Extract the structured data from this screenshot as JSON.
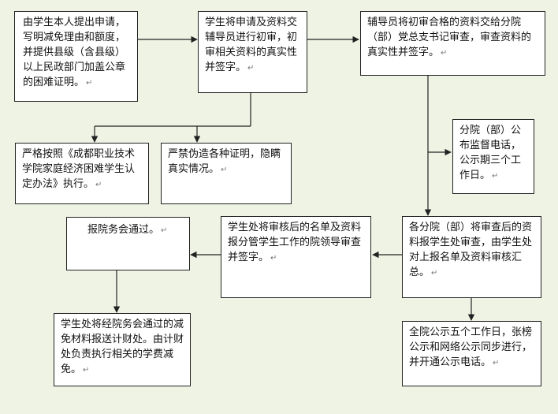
{
  "flow": {
    "steps": [
      {
        "id": "s1",
        "text": "由学生本人提出申请，写明减免理由和额度，并提供县级（含县级）以上民政部门加盖公章的困难证明。"
      },
      {
        "id": "s2",
        "text": "学生将申请及资料交辅导员进行初审，初审相关资料的真实性并签字。"
      },
      {
        "id": "s3",
        "text": "辅导员将初审合格的资料交给分院（部）党总支书记审查，审查资料的真实性并签字。"
      },
      {
        "id": "s4",
        "text": "严格按照《成都职业技术学院家庭经济困难学生认定办法》执行。"
      },
      {
        "id": "s5",
        "text": "严禁伪造各种证明，隐瞒真实情况。"
      },
      {
        "id": "s6",
        "text": "分院（部）公布监督电话，公示期三个工作日。"
      },
      {
        "id": "s7",
        "text": "各分院（部）将审查后的资料报学生处审查，由学生处对上报名单及资料审核汇总。"
      },
      {
        "id": "s8",
        "text": "学生处将审核后的名单及资料报分管学生工作的院领导审查并签字。"
      },
      {
        "id": "s9",
        "text": "报院务会通过。"
      },
      {
        "id": "s10",
        "text": "学生处将经院务会通过的减免材料报送计财处。由计财处负责执行相关的学费减免。"
      },
      {
        "id": "s11",
        "text": "全院公示五个工作日，张榜公示和网络公示同步进行，并开通公示电话。"
      }
    ],
    "para_mark": "↵"
  },
  "colors": {
    "background": "#eef3e4",
    "box": "#ffffff",
    "line": "#222222"
  }
}
